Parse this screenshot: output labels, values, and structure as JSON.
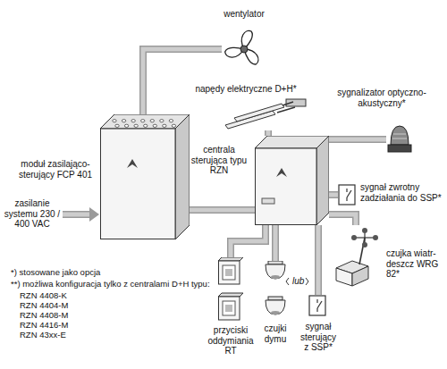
{
  "diagram": {
    "nodes": [
      {
        "text": [
          "wentylator"
        ]
      },
      {
        "text": [
          "napędy elektryczne D+H*"
        ]
      },
      {
        "text": [
          "sygnalizator optyczno-akustyczny*"
        ]
      },
      {
        "text": [
          "moduł zasilająco-sterujący FCP 401"
        ]
      },
      {
        "text": [
          "centrala sterująca typu RZN"
        ]
      },
      {
        "text": [
          "sygnał zwrotny zadziałania do SSP*"
        ]
      },
      {
        "text": [
          "czujka wiatr-deszcz WRG 82*"
        ]
      },
      {
        "text": [
          "przyciski oddymiania RT"
        ]
      },
      {
        "text": [
          "czujki dymu"
        ]
      },
      {
        "text": [
          "sygnał sterujący z SSP*"
        ]
      }
    ],
    "edges": [
      {
        "from": 3,
        "to": 0,
        "arrow": "none"
      },
      {
        "from": 3,
        "to": 4,
        "arrow": "none"
      },
      {
        "from": 4,
        "to": 1,
        "arrow": "none"
      },
      {
        "from": 4,
        "to": 2,
        "arrow": "none"
      },
      {
        "from": 4,
        "to": 5,
        "arrow": "none"
      },
      {
        "from": 4,
        "to": 6,
        "arrow": "none"
      },
      {
        "from": 4,
        "to": 7,
        "arrow": "none"
      },
      {
        "from": 4,
        "to": 8,
        "arrow": "none"
      },
      {
        "from": 4,
        "to": 9,
        "arrow": "none"
      }
    ],
    "labels": [
      "zasilanie systemu 230 / 400 VAC",
      "lub",
      "*) stosowane jako opcja",
      "**) możliwa konfiguracja tylko z centralami D+H typu:",
      "RZN 4408-K",
      "RZN 4404-M",
      "RZN 4408-M",
      "RZN 4416-M",
      "RZN 43xx-E"
    ]
  }
}
